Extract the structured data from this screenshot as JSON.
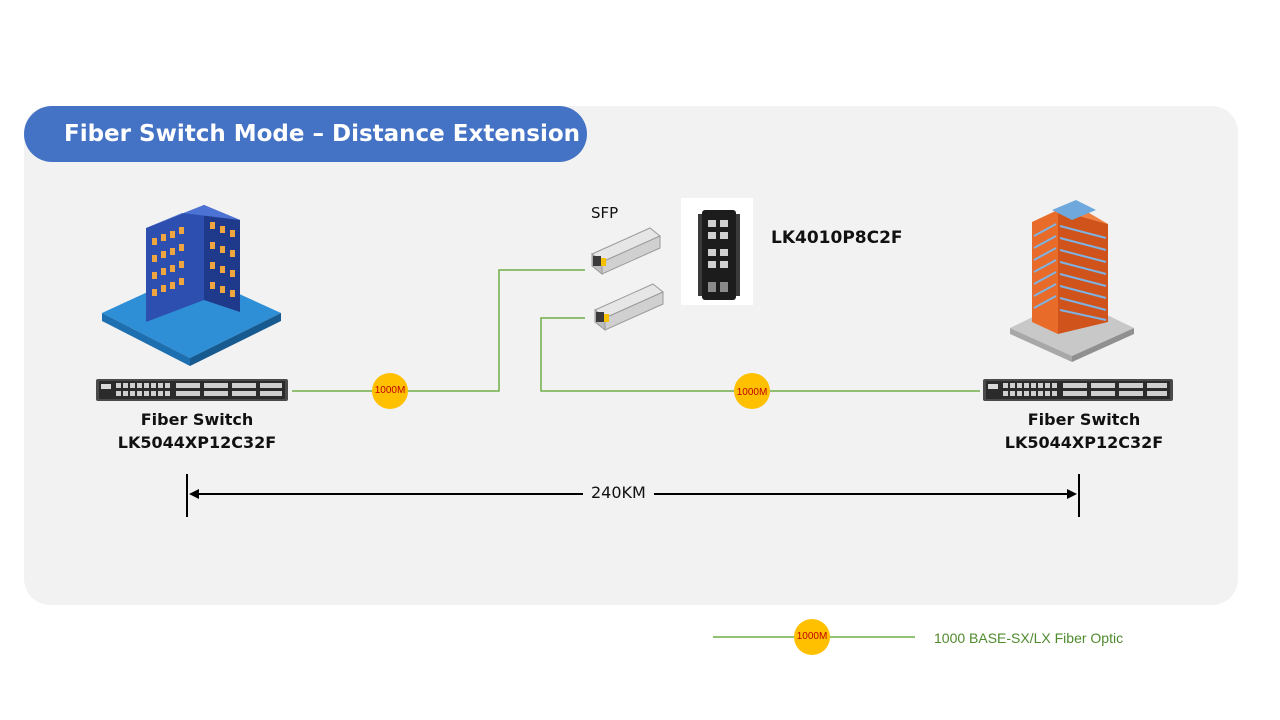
{
  "title": "Fiber Switch Mode – Distance Extension",
  "left_device": {
    "line1": "Fiber Switch",
    "line2": "LK5044XP12C32F",
    "building_icon": "office-building-blue-icon",
    "switch_icon": "rack-switch-icon"
  },
  "right_device": {
    "line1": "Fiber Switch",
    "line2": "LK5044XP12C32F",
    "building_icon": "office-tower-orange-icon",
    "switch_icon": "rack-switch-icon"
  },
  "middle": {
    "sfp_label": "SFP",
    "model": "LK4010P8C2F",
    "sfp_icon": "sfp-module-icon",
    "switch_icon": "industrial-switch-icon"
  },
  "links": {
    "badge_left": "1000M",
    "badge_right": "1000M"
  },
  "distance": "240KM",
  "legend": {
    "badge": "1000M",
    "text": "1000  BASE-SX/LX Fiber Optic"
  },
  "colors": {
    "accent": "#4472c4",
    "panel": "#f2f2f2",
    "fiber": "#70ad47",
    "badge": "#ffc000",
    "badge_text": "#c00000",
    "legend_text": "#4f8a2e"
  }
}
